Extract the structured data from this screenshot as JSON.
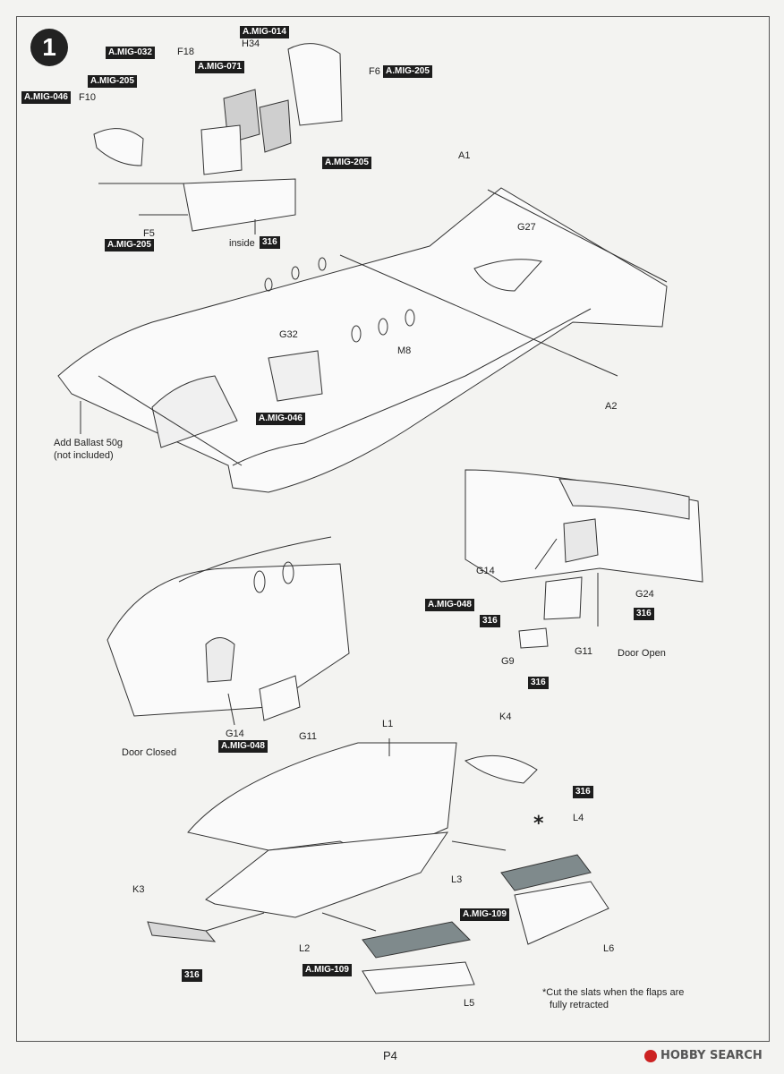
{
  "step": {
    "number": "1"
  },
  "paints": {
    "mig032": "A.MIG-032",
    "mig205_a": "A.MIG-205",
    "mig046_top": "A.MIG-046",
    "mig014": "A.MIG-014",
    "mig071": "A.MIG-071",
    "mig205_f6": "A.MIG-205",
    "mig205_right": "A.MIG-205",
    "mig205_f5": "A.MIG-205",
    "mig046_mid": "A.MIG-046",
    "mig048_right": "A.MIG-048",
    "mig048_left": "A.MIG-048",
    "mig109_a": "A.MIG-109",
    "mig109_b": "A.MIG-109"
  },
  "codes": {
    "c316_inside": "316",
    "c316_g11": "316",
    "c316_g24": "316",
    "c316_g9": "316",
    "c316_k4": "316",
    "c316_k3": "316"
  },
  "parts": {
    "f18": "F18",
    "h34": "H34",
    "f10": "F10",
    "f6": "F6",
    "f5": "F5",
    "a1": "A1",
    "g27": "G27",
    "g32": "G32",
    "m8": "M8",
    "a2": "A2",
    "g14_right": "G14",
    "g24": "G24",
    "g11_right": "G11",
    "g9": "G9",
    "g14_left": "G14",
    "g11_left": "G11",
    "l1": "L1",
    "k4": "K4",
    "l4": "L4",
    "l3": "L3",
    "k3": "K3",
    "l2": "L2",
    "l6": "L6",
    "l5": "L5"
  },
  "text": {
    "inside": "inside",
    "ballast_1": "Add Ballast 50g",
    "ballast_2": "(not included)",
    "door_open": "Door Open",
    "door_closed": "Door Closed",
    "star": "*",
    "slat_note_1": "*Cut the slats when the flaps are",
    "slat_note_2": "fully retracted"
  },
  "footer": {
    "page": "P4",
    "watermark": "HOBBY SEARCH"
  }
}
